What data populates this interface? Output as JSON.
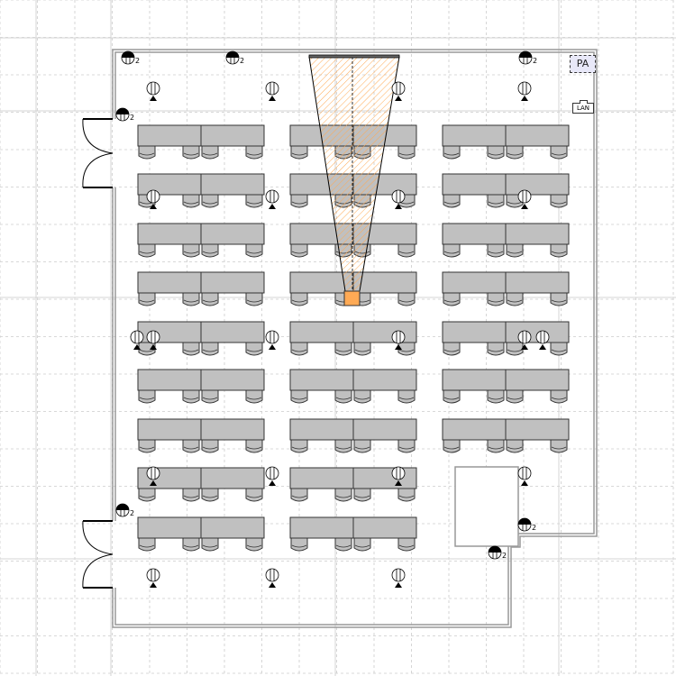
{
  "title": "Classroom floor plan",
  "labels": {
    "pa": "PA",
    "lan": "LAN",
    "outlet_count": "2"
  },
  "colors": {
    "table": "#c0c0c0",
    "projector": "#ffaa55",
    "cone_hatch": "#ffaa55",
    "wall": "#999999",
    "grid": "#cccccc"
  },
  "layout": {
    "table_columns": 3,
    "table_rows": 9,
    "tables_per_group": 2,
    "missing_groups": [
      [
        2,
        7
      ],
      [
        2,
        8
      ]
    ],
    "doors": 2,
    "light_fixture_count": 21,
    "outlet_count": 7
  },
  "icons": [
    "light-fixture-icon",
    "outlet-icon",
    "projector-icon",
    "screen-icon",
    "door-icon"
  ]
}
